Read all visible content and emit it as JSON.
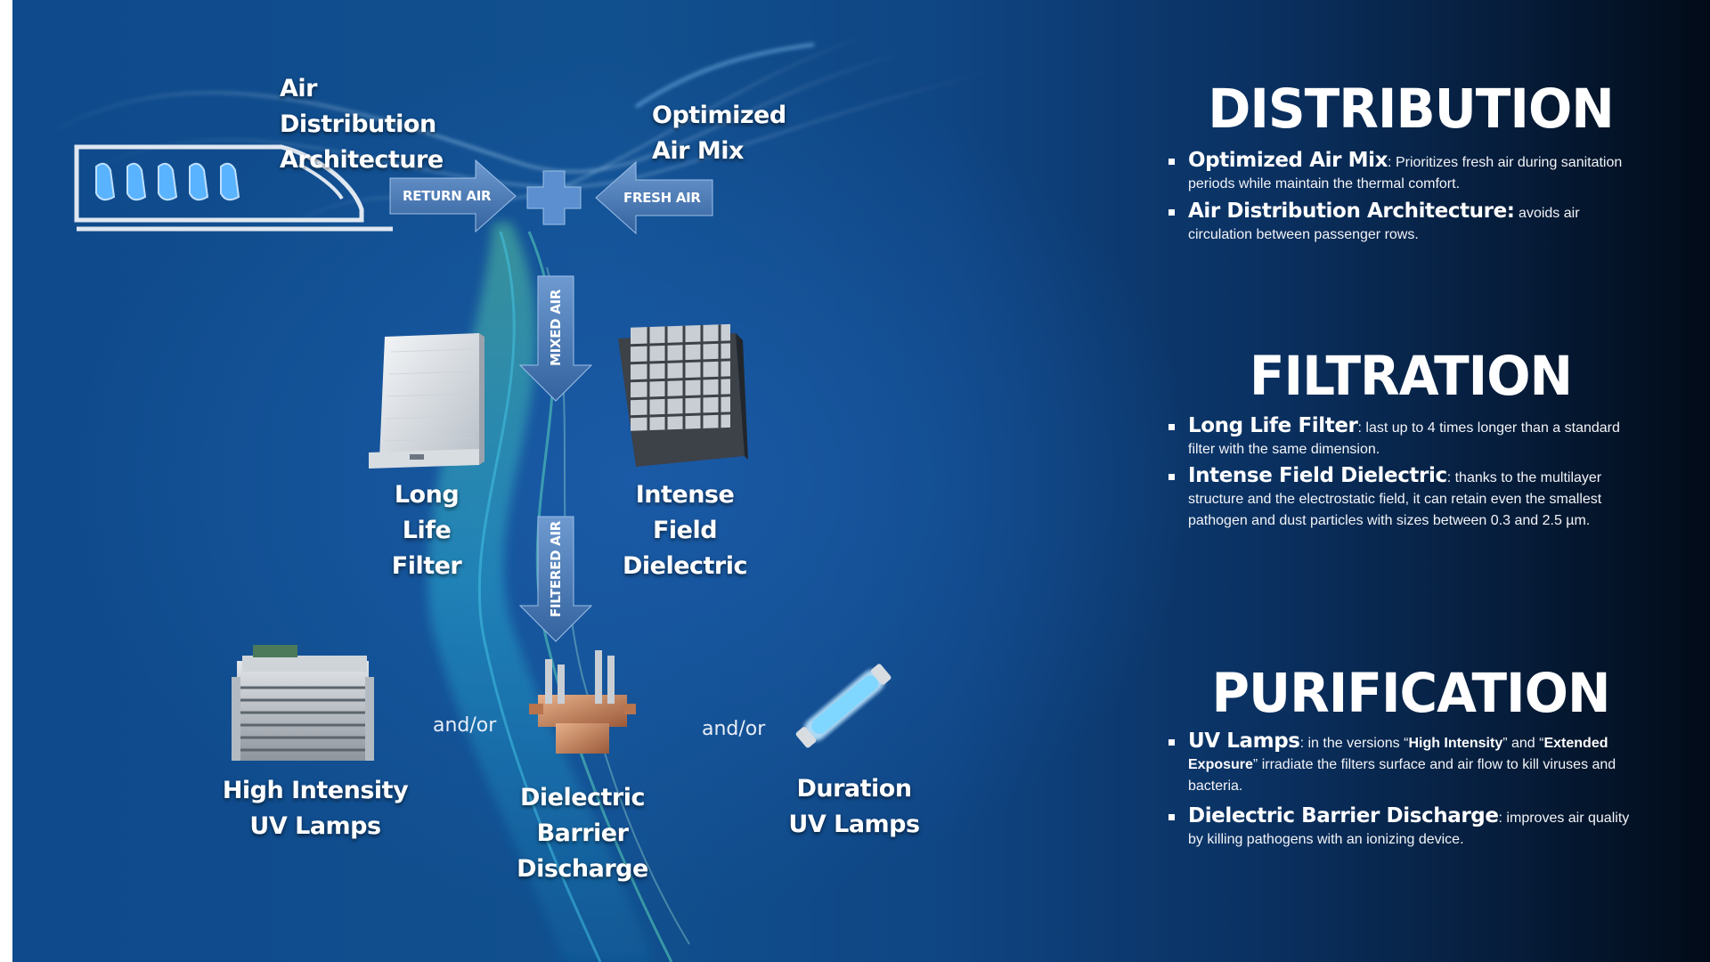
{
  "diagram": {
    "labels": {
      "air_distribution": [
        "Air",
        "Distribution",
        "Architecture"
      ],
      "optimized_air_mix": [
        "Optimized",
        "Air Mix"
      ],
      "return_air": "RETURN AIR",
      "fresh_air": "FRESH AIR",
      "mixed_air": "MIXED AIR",
      "filtered_air": "FILTERED AIR",
      "long_life_filter": [
        "Long",
        "Life",
        "Filter"
      ],
      "intense_field_dielectric": [
        "Intense",
        "Field",
        "Dielectric"
      ],
      "high_intensity_uv": [
        "High Intensity",
        "UV Lamps"
      ],
      "dielectric_barrier": [
        "Dielectric Barrier",
        "Discharge"
      ],
      "duration_uv": [
        "Duration",
        "UV Lamps"
      ],
      "andor_1": "and/or",
      "andor_2": "and/or"
    },
    "icons": {
      "train": "train-with-passenger-seats-icon",
      "plus": "plus-icon",
      "filter": "air-filter-icon",
      "dielectric": "dielectric-filter-icon",
      "uv_module": "uv-lamp-module-icon",
      "dbd": "dielectric-barrier-device-icon",
      "uv_tube": "uv-tube-lamp-icon"
    }
  },
  "sections": {
    "distribution": {
      "title": "DISTRIBUTION",
      "items": [
        {
          "head": "Optimized Air Mix",
          "sep": ":",
          "text": " Prioritizes fresh air during sanitation periods while maintain the thermal comfort."
        },
        {
          "head": "Air Distribution Architecture:",
          "sep": "",
          "text": " avoids air circulation between passenger rows."
        }
      ]
    },
    "filtration": {
      "title": "FILTRATION",
      "items": [
        {
          "head": "Long Life Filter",
          "sep": ":",
          "text": "  last up to 4 times longer than a standard filter with  the same dimension."
        },
        {
          "head": "Intense Field Dielectric",
          "sep": ":",
          "text": " thanks to the multilayer structure and the electrostatic field, it can retain even the smallest pathogen and dust particles with sizes between 0.3 and 2.5 µm."
        }
      ]
    },
    "purification": {
      "title": "PURIFICATION",
      "items": [
        {
          "head": "UV Lamps",
          "sep": ":",
          "pre": " in the versions “",
          "b1": "High Intensity",
          "mid": "” and “",
          "b2": "Extended Exposure",
          "text": "” irradiate the filters surface and air flow to kill viruses and bacteria."
        },
        {
          "head": "Dielectric Barrier Discharge",
          "sep": ":",
          "text": " improves air quality by killing pathogens with an ionizing device."
        }
      ]
    }
  },
  "colors": {
    "accent_arrow": "#4a82c4",
    "flow_cyan": "#33d0e8",
    "flow_green": "#5fe08a",
    "background": "#10488a"
  }
}
